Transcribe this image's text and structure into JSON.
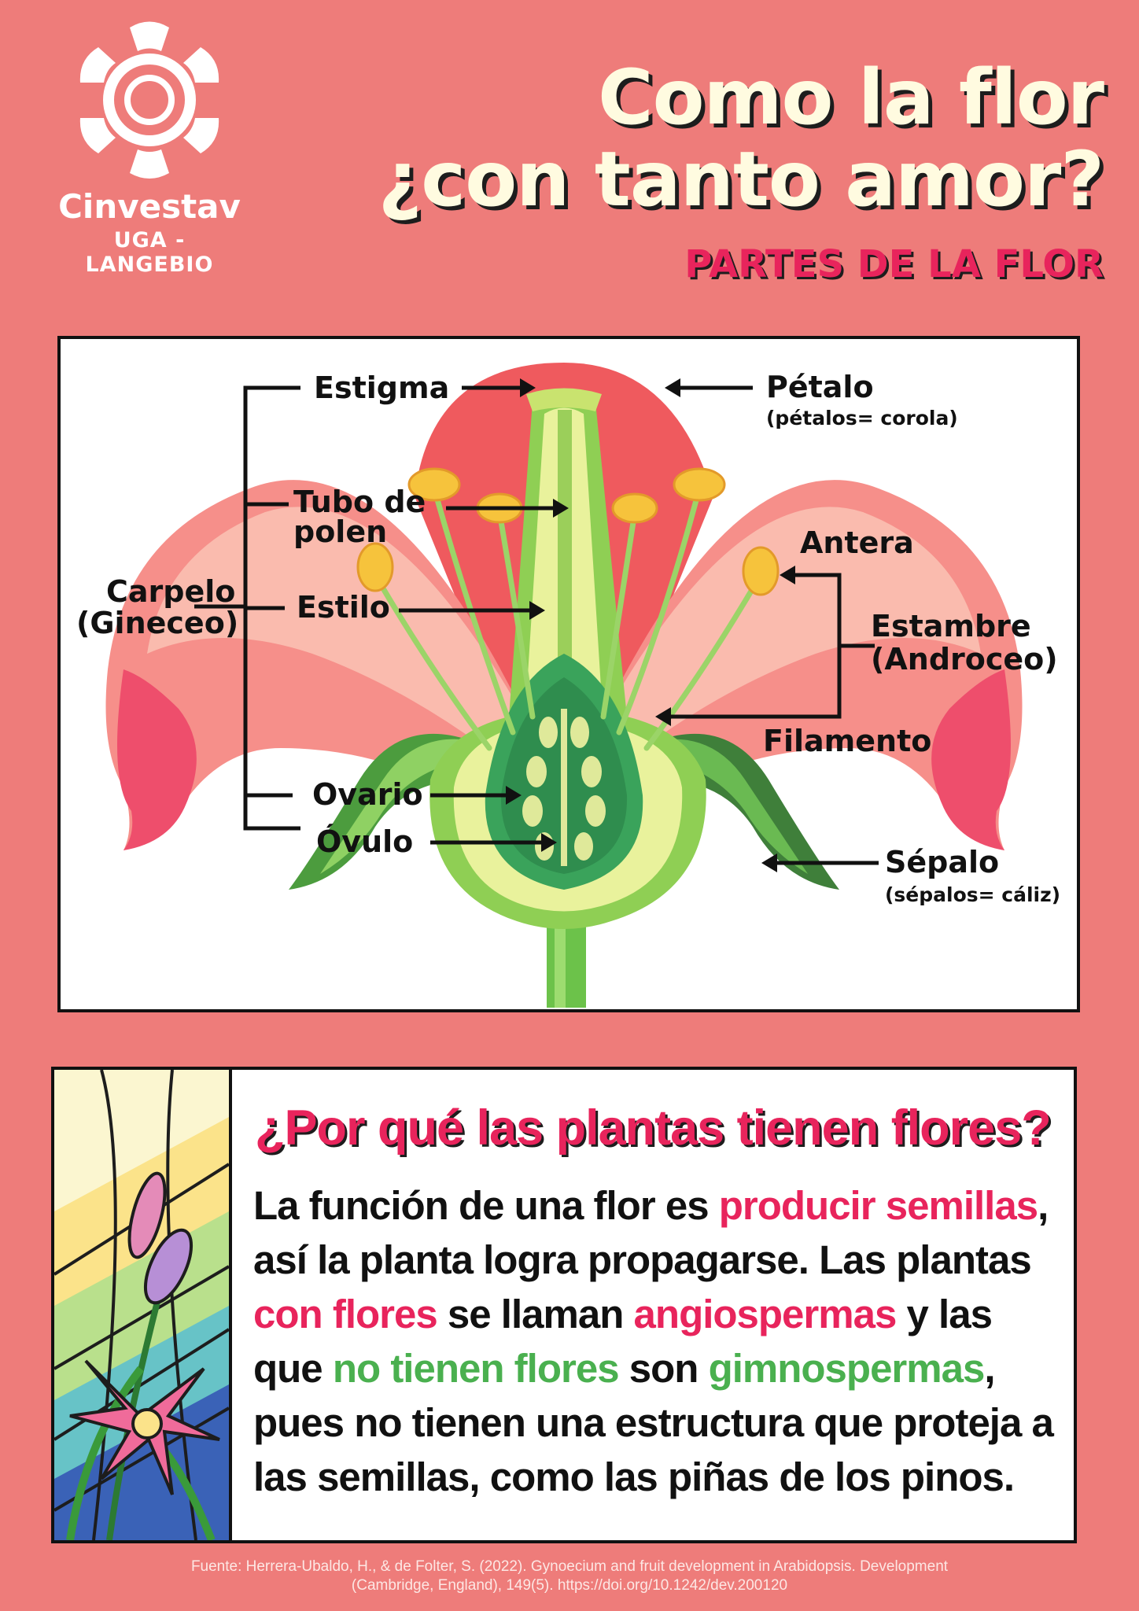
{
  "header": {
    "logo_name": "Cinvestav",
    "logo_sub": "UGA - LANGEBIO",
    "title_line1": "Como la flor",
    "title_line2": "¿con tanto amor?",
    "subtitle": "PARTES DE LA FLOR"
  },
  "diagram": {
    "labels": {
      "estigma": "Estigma",
      "tubo_polen_1": "Tubo de",
      "tubo_polen_2": "polen",
      "carpelo_1": "Carpelo",
      "carpelo_2": "(Gineceo)",
      "estilo": "Estilo",
      "ovario": "Ovario",
      "ovulo": "Óvulo",
      "petalo": "Pétalo",
      "petalo_note": "(pétalos= corola)",
      "antera": "Antera",
      "estambre_1": "Estambre",
      "estambre_2": "(Androceo)",
      "filamento": "Filamento",
      "sepalo": "Sépalo",
      "sepalo_note": "(sépalos= cáliz)"
    }
  },
  "info": {
    "question": "¿Por qué las plantas tienen flores?",
    "body": [
      {
        "t": "La función de una flor es ",
        "c": ""
      },
      {
        "t": "producir semillas",
        "c": "pink"
      },
      {
        "t": ", así la planta logra propagarse. Las plantas ",
        "c": ""
      },
      {
        "t": "con flores",
        "c": "pink"
      },
      {
        "t": " se llaman ",
        "c": ""
      },
      {
        "t": "angiospermas",
        "c": "pink"
      },
      {
        "t": " y las que ",
        "c": ""
      },
      {
        "t": "no tienen flores",
        "c": "green"
      },
      {
        "t": " son ",
        "c": ""
      },
      {
        "t": "gimnospermas",
        "c": "green"
      },
      {
        "t": ", pues no tienen una estructura que proteja a las semillas, como las piñas de los pinos.",
        "c": ""
      }
    ]
  },
  "source": {
    "line1": "Fuente: Herrera-Ubaldo, H., & de Folter, S. (2022). Gynoecium and fruit development in Arabidopsis. Development",
    "line2": "(Cambridge, England), 149(5). https://doi.org/10.1242/dev.200120"
  },
  "colors": {
    "background": "#ee7c7a",
    "accent_pink": "#e8245c",
    "accent_green": "#4ab04f",
    "title_cream": "#fffbe0"
  }
}
